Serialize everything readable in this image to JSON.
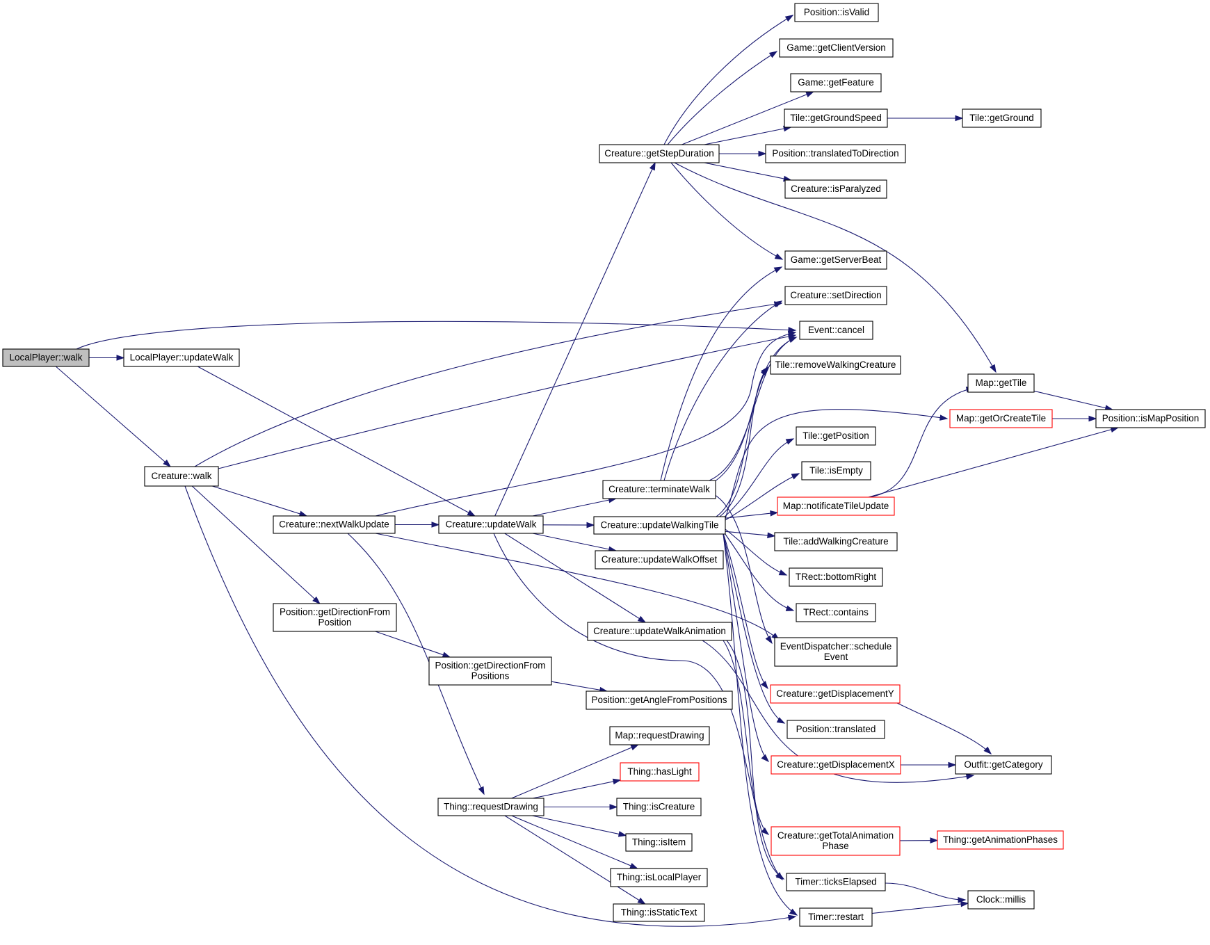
{
  "graph": {
    "colors": {
      "edge": "#191970",
      "node_border": "#000000",
      "node_border_truncated": "#ff0000",
      "node_fill": "#ffffff",
      "node_fill_root": "#bfbfbf"
    },
    "nodes": [
      {
        "id": "lp_walk",
        "lines": [
          "LocalPlayer::walk"
        ],
        "root": true
      },
      {
        "id": "lp_updateWalk",
        "lines": [
          "LocalPlayer::updateWalk"
        ]
      },
      {
        "id": "cr_walk",
        "lines": [
          "Creature::walk"
        ]
      },
      {
        "id": "cr_nextWalkUpdate",
        "lines": [
          "Creature::nextWalkUpdate"
        ]
      },
      {
        "id": "pos_dirFromPos",
        "lines": [
          "Position::getDirectionFrom",
          "Position"
        ]
      },
      {
        "id": "pos_dirFromPositions",
        "lines": [
          "Position::getDirectionFrom",
          "Positions"
        ]
      },
      {
        "id": "pos_angle",
        "lines": [
          "Position::getAngleFromPositions"
        ]
      },
      {
        "id": "cr_updateWalk",
        "lines": [
          "Creature::updateWalk"
        ]
      },
      {
        "id": "thing_reqDraw",
        "lines": [
          "Thing::requestDrawing"
        ]
      },
      {
        "id": "map_reqDraw",
        "lines": [
          "Map::requestDrawing"
        ]
      },
      {
        "id": "thing_hasLight",
        "lines": [
          "Thing::hasLight"
        ],
        "truncated": true
      },
      {
        "id": "thing_isCreature",
        "lines": [
          "Thing::isCreature"
        ]
      },
      {
        "id": "thing_isItem",
        "lines": [
          "Thing::isItem"
        ]
      },
      {
        "id": "thing_isLocalPlayer",
        "lines": [
          "Thing::isLocalPlayer"
        ]
      },
      {
        "id": "thing_isStaticText",
        "lines": [
          "Thing::isStaticText"
        ]
      },
      {
        "id": "cr_getStepDuration",
        "lines": [
          "Creature::getStepDuration"
        ]
      },
      {
        "id": "cr_terminateWalk",
        "lines": [
          "Creature::terminateWalk"
        ]
      },
      {
        "id": "cr_updateWalkingTile",
        "lines": [
          "Creature::updateWalkingTile"
        ]
      },
      {
        "id": "cr_updateWalkOffset",
        "lines": [
          "Creature::updateWalkOffset"
        ]
      },
      {
        "id": "cr_updateWalkAnim",
        "lines": [
          "Creature::updateWalkAnimation"
        ]
      },
      {
        "id": "pos_isValid",
        "lines": [
          "Position::isValid"
        ]
      },
      {
        "id": "game_clientVersion",
        "lines": [
          "Game::getClientVersion"
        ]
      },
      {
        "id": "game_feature",
        "lines": [
          "Game::getFeature"
        ]
      },
      {
        "id": "tile_groundSpeed",
        "lines": [
          "Tile::getGroundSpeed"
        ]
      },
      {
        "id": "tile_ground",
        "lines": [
          "Tile::getGround"
        ]
      },
      {
        "id": "pos_translatedToDir",
        "lines": [
          "Position::translatedToDirection"
        ]
      },
      {
        "id": "cr_isParalyzed",
        "lines": [
          "Creature::isParalyzed"
        ]
      },
      {
        "id": "game_serverBeat",
        "lines": [
          "Game::getServerBeat"
        ]
      },
      {
        "id": "cr_setDirection",
        "lines": [
          "Creature::setDirection"
        ]
      },
      {
        "id": "event_cancel",
        "lines": [
          "Event::cancel"
        ]
      },
      {
        "id": "tile_removeWalking",
        "lines": [
          "Tile::removeWalkingCreature"
        ]
      },
      {
        "id": "tile_getPosition",
        "lines": [
          "Tile::getPosition"
        ]
      },
      {
        "id": "tile_isEmpty",
        "lines": [
          "Tile::isEmpty"
        ]
      },
      {
        "id": "map_notificate",
        "lines": [
          "Map::notificateTileUpdate"
        ],
        "truncated": true
      },
      {
        "id": "tile_addWalking",
        "lines": [
          "Tile::addWalkingCreature"
        ]
      },
      {
        "id": "trect_bottomRight",
        "lines": [
          "TRect::bottomRight"
        ]
      },
      {
        "id": "trect_contains",
        "lines": [
          "TRect::contains"
        ]
      },
      {
        "id": "ed_schedule",
        "lines": [
          "EventDispatcher::schedule",
          "Event"
        ]
      },
      {
        "id": "cr_dispY",
        "lines": [
          "Creature::getDisplacementY"
        ],
        "truncated": true
      },
      {
        "id": "pos_translated",
        "lines": [
          "Position::translated"
        ]
      },
      {
        "id": "cr_dispX",
        "lines": [
          "Creature::getDisplacementX"
        ],
        "truncated": true
      },
      {
        "id": "cr_totalAnim",
        "lines": [
          "Creature::getTotalAnimation",
          "Phase"
        ],
        "truncated": true
      },
      {
        "id": "timer_ticks",
        "lines": [
          "Timer::ticksElapsed"
        ]
      },
      {
        "id": "timer_restart",
        "lines": [
          "Timer::restart"
        ]
      },
      {
        "id": "map_getTile",
        "lines": [
          "Map::getTile"
        ]
      },
      {
        "id": "map_getOrCreate",
        "lines": [
          "Map::getOrCreateTile"
        ],
        "truncated": true
      },
      {
        "id": "pos_isMapPosition",
        "lines": [
          "Position::isMapPosition"
        ]
      },
      {
        "id": "outfit_category",
        "lines": [
          "Outfit::getCategory"
        ]
      },
      {
        "id": "thing_animPhases",
        "lines": [
          "Thing::getAnimationPhases"
        ],
        "truncated": true
      },
      {
        "id": "clock_millis",
        "lines": [
          "Clock::millis"
        ]
      }
    ],
    "edges": [
      [
        "lp_walk",
        "lp_updateWalk"
      ],
      [
        "lp_walk",
        "cr_walk"
      ],
      [
        "lp_walk",
        "event_cancel"
      ],
      [
        "lp_updateWalk",
        "cr_updateWalk"
      ],
      [
        "cr_walk",
        "cr_nextWalkUpdate"
      ],
      [
        "cr_walk",
        "pos_dirFromPos"
      ],
      [
        "cr_walk",
        "cr_setDirection"
      ],
      [
        "cr_walk",
        "event_cancel"
      ],
      [
        "cr_walk",
        "timer_restart"
      ],
      [
        "cr_nextWalkUpdate",
        "cr_updateWalk"
      ],
      [
        "cr_nextWalkUpdate",
        "thing_reqDraw"
      ],
      [
        "cr_nextWalkUpdate",
        "event_cancel"
      ],
      [
        "cr_nextWalkUpdate",
        "ed_schedule"
      ],
      [
        "pos_dirFromPos",
        "pos_dirFromPositions"
      ],
      [
        "pos_dirFromPositions",
        "pos_angle"
      ],
      [
        "cr_updateWalk",
        "cr_getStepDuration"
      ],
      [
        "cr_updateWalk",
        "cr_terminateWalk"
      ],
      [
        "cr_updateWalk",
        "cr_updateWalkingTile"
      ],
      [
        "cr_updateWalk",
        "cr_updateWalkOffset"
      ],
      [
        "cr_updateWalk",
        "cr_updateWalkAnim"
      ],
      [
        "cr_updateWalk",
        "timer_ticks"
      ],
      [
        "thing_reqDraw",
        "map_reqDraw"
      ],
      [
        "thing_reqDraw",
        "thing_hasLight"
      ],
      [
        "thing_reqDraw",
        "thing_isCreature"
      ],
      [
        "thing_reqDraw",
        "thing_isItem"
      ],
      [
        "thing_reqDraw",
        "thing_isLocalPlayer"
      ],
      [
        "thing_reqDraw",
        "thing_isStaticText"
      ],
      [
        "cr_getStepDuration",
        "pos_isValid"
      ],
      [
        "cr_getStepDuration",
        "game_clientVersion"
      ],
      [
        "cr_getStepDuration",
        "game_feature"
      ],
      [
        "cr_getStepDuration",
        "tile_groundSpeed"
      ],
      [
        "cr_getStepDuration",
        "pos_translatedToDir"
      ],
      [
        "cr_getStepDuration",
        "cr_isParalyzed"
      ],
      [
        "cr_getStepDuration",
        "game_serverBeat"
      ],
      [
        "cr_getStepDuration",
        "map_getTile"
      ],
      [
        "tile_groundSpeed",
        "tile_ground"
      ],
      [
        "cr_terminateWalk",
        "game_serverBeat"
      ],
      [
        "cr_terminateWalk",
        "cr_setDirection"
      ],
      [
        "cr_terminateWalk",
        "event_cancel"
      ],
      [
        "cr_terminateWalk",
        "tile_removeWalking"
      ],
      [
        "cr_terminateWalk",
        "ed_schedule"
      ],
      [
        "cr_updateWalkingTile",
        "event_cancel"
      ],
      [
        "cr_updateWalkingTile",
        "tile_removeWalking"
      ],
      [
        "cr_updateWalkingTile",
        "map_getOrCreate"
      ],
      [
        "cr_updateWalkingTile",
        "tile_getPosition"
      ],
      [
        "cr_updateWalkingTile",
        "tile_isEmpty"
      ],
      [
        "cr_updateWalkingTile",
        "map_notificate"
      ],
      [
        "cr_updateWalkingTile",
        "tile_addWalking"
      ],
      [
        "cr_updateWalkingTile",
        "trect_bottomRight"
      ],
      [
        "cr_updateWalkingTile",
        "trect_contains"
      ],
      [
        "cr_updateWalkingTile",
        "cr_dispY"
      ],
      [
        "cr_updateWalkingTile",
        "pos_translated"
      ],
      [
        "cr_updateWalkingTile",
        "cr_dispX"
      ],
      [
        "cr_updateWalkingTile",
        "timer_restart"
      ],
      [
        "cr_updateWalkAnim",
        "cr_totalAnim"
      ],
      [
        "cr_updateWalkAnim",
        "outfit_category"
      ],
      [
        "cr_updateWalkAnim",
        "timer_ticks"
      ],
      [
        "map_getTile",
        "pos_isMapPosition"
      ],
      [
        "map_getOrCreate",
        "pos_isMapPosition"
      ],
      [
        "map_notificate",
        "pos_isMapPosition"
      ],
      [
        "map_notificate",
        "map_getTile"
      ],
      [
        "cr_dispY",
        "outfit_category"
      ],
      [
        "cr_dispX",
        "outfit_category"
      ],
      [
        "cr_totalAnim",
        "thing_animPhases"
      ],
      [
        "timer_ticks",
        "clock_millis"
      ],
      [
        "timer_restart",
        "clock_millis"
      ]
    ]
  }
}
